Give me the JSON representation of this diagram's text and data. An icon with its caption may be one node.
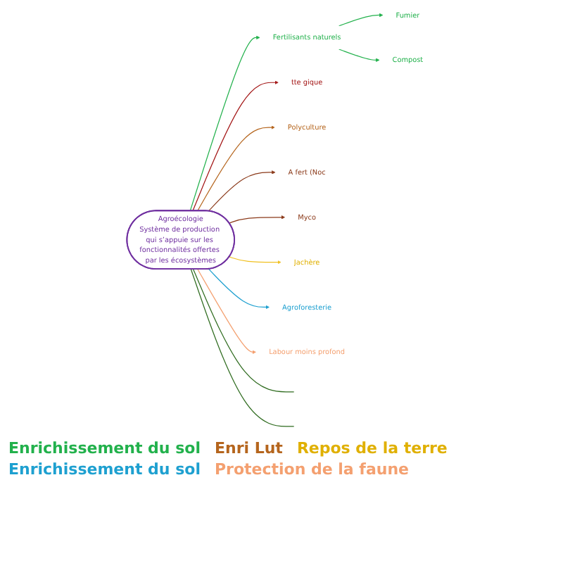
{
  "diagram": {
    "nodes": [
      {
        "text": [
          "Agroécologie",
          "Système de production qui s’appuie sur les fonctionnalités offertes par les écosystèmes"
        ]
      },
      {
        "text": [
          "Fertilisants naturels"
        ]
      },
      {
        "text": [
          "Fumier"
        ]
      },
      {
        "text": [
          "Compost"
        ]
      },
      {
        "text": [
          "tte gique"
        ]
      },
      {
        "text": [
          "Polyculture"
        ]
      },
      {
        "text": [
          "A fert (Noc"
        ]
      },
      {
        "text": [
          "Myco"
        ]
      },
      {
        "text": [
          "Jachère"
        ]
      },
      {
        "text": [
          "Agroforesterie"
        ]
      },
      {
        "text": [
          "Labour moins profond"
        ]
      }
    ],
    "edges": [
      {
        "from": 0,
        "to": 1,
        "arrow": "to",
        "color": "#22b14c"
      },
      {
        "from": 1,
        "to": 2,
        "arrow": "to",
        "color": "#22b14c"
      },
      {
        "from": 1,
        "to": 3,
        "arrow": "to",
        "color": "#22b14c"
      },
      {
        "from": 0,
        "to": 4,
        "arrow": "to",
        "color": "#a31515"
      },
      {
        "from": 0,
        "to": 5,
        "arrow": "to",
        "color": "#b5651d"
      },
      {
        "from": 0,
        "to": 6,
        "arrow": "to",
        "color": "#8b3a1a"
      },
      {
        "from": 0,
        "to": 7,
        "arrow": "to",
        "color": "#8b3a1a"
      },
      {
        "from": 0,
        "to": 8,
        "arrow": "to",
        "color": "#f0c020"
      },
      {
        "from": 0,
        "to": 9,
        "arrow": "to",
        "color": "#1ea0d0"
      },
      {
        "from": 0,
        "to": 10,
        "arrow": "to",
        "color": "#f4a070"
      },
      {
        "from": 0,
        "to": null,
        "arrow": "none",
        "color": "#2e6b1e"
      },
      {
        "from": 0,
        "to": null,
        "arrow": "none",
        "color": "#2e6b1e"
      }
    ],
    "labels": [
      "Enrichissement du sol",
      "Enri Lut",
      "Repos de la terre",
      "Enrichissement du sol",
      "Protection de la faune"
    ]
  }
}
